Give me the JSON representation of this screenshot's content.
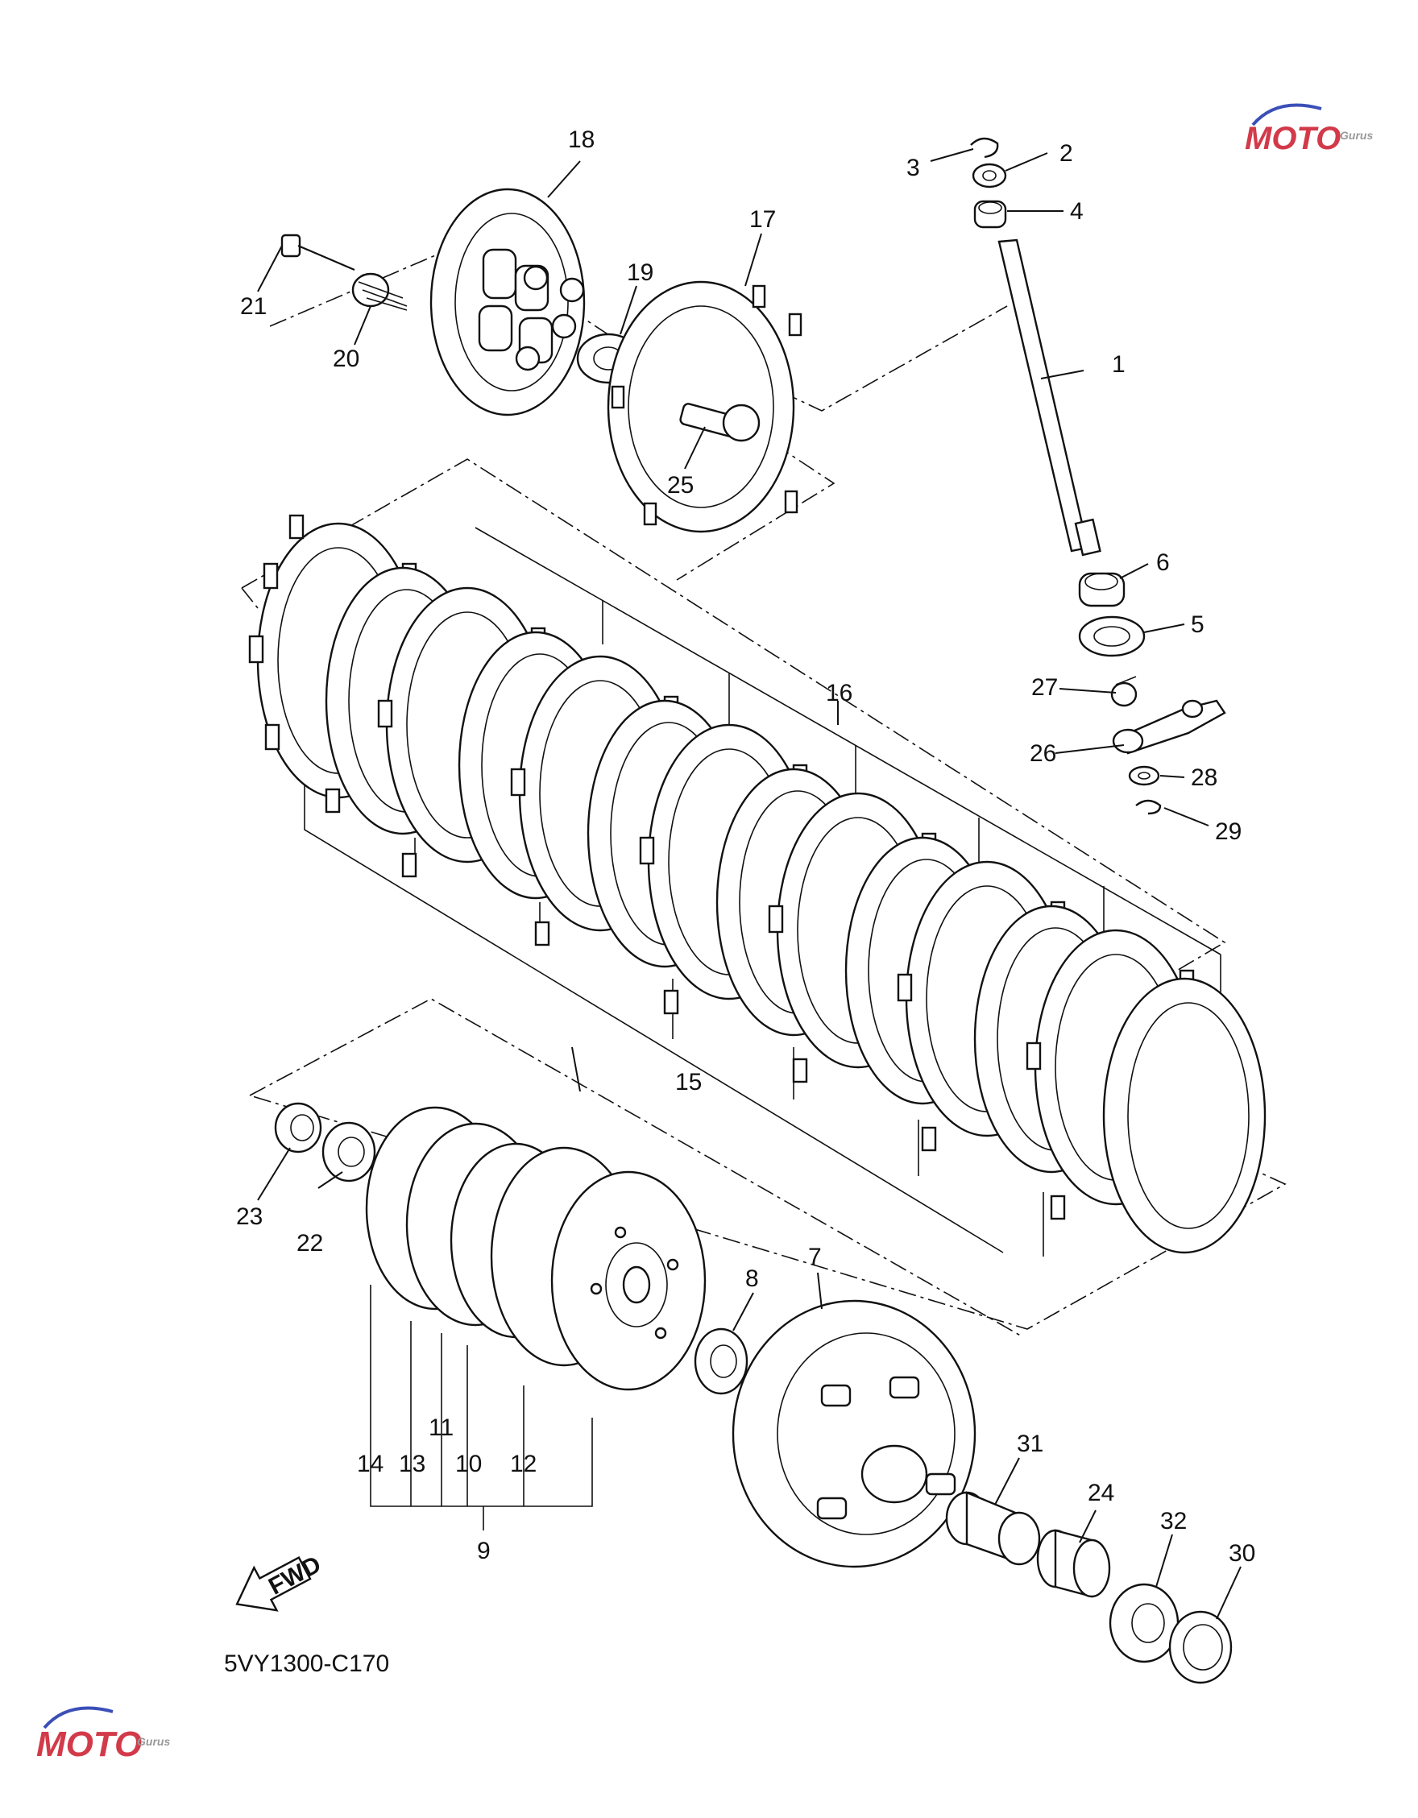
{
  "diagram_code": "5VY1300-C170",
  "fwd_label": "FWD",
  "watermark": {
    "brand": "MOTO",
    "sub": "Gurus",
    "color": "#d23a4a",
    "accent": "#3b4fb8"
  },
  "callouts": [
    "1",
    "2",
    "3",
    "4",
    "5",
    "6",
    "7",
    "8",
    "9",
    "10",
    "11",
    "12",
    "13",
    "14",
    "15",
    "16",
    "17",
    "18",
    "19",
    "20",
    "21",
    "22",
    "23",
    "24",
    "25",
    "26",
    "27",
    "28",
    "29",
    "30",
    "31",
    "32"
  ]
}
